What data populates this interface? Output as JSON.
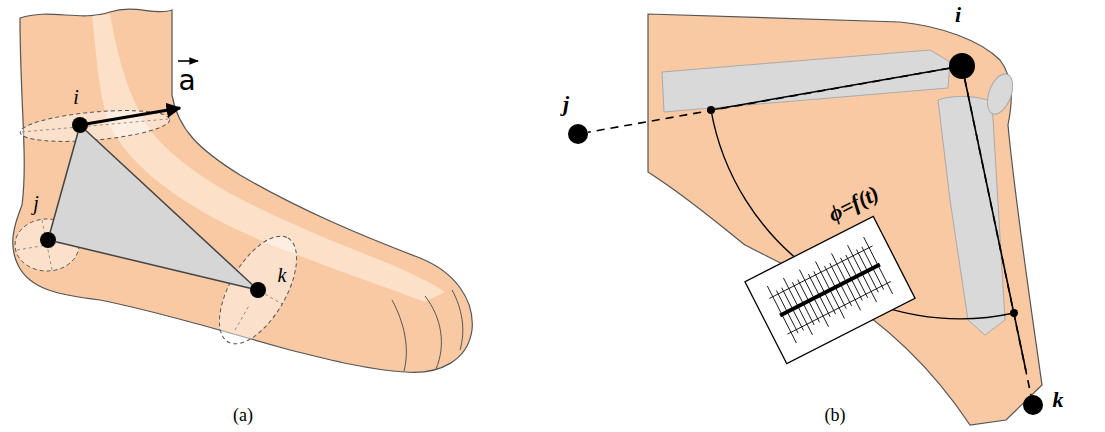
{
  "diagram": {
    "nodes": [
      {
        "text": [
          "i"
        ]
      },
      {
        "text": [
          "j"
        ]
      },
      {
        "text": [
          "k"
        ]
      },
      {
        "text": [
          "i"
        ]
      },
      {
        "text": [
          "j"
        ]
      },
      {
        "text": [
          "k"
        ]
      }
    ],
    "edges": [
      {
        "from": 0,
        "to": 1,
        "arrow": "none"
      },
      {
        "from": 1,
        "to": 2,
        "arrow": "none"
      },
      {
        "from": 2,
        "to": 0,
        "arrow": "none"
      },
      {
        "from": 3,
        "to": 4,
        "arrow": "none"
      },
      {
        "from": 3,
        "to": 5,
        "arrow": "none"
      }
    ],
    "labels": [
      "a",
      "ϕ=f(t)",
      "(a)",
      "(b)"
    ]
  }
}
